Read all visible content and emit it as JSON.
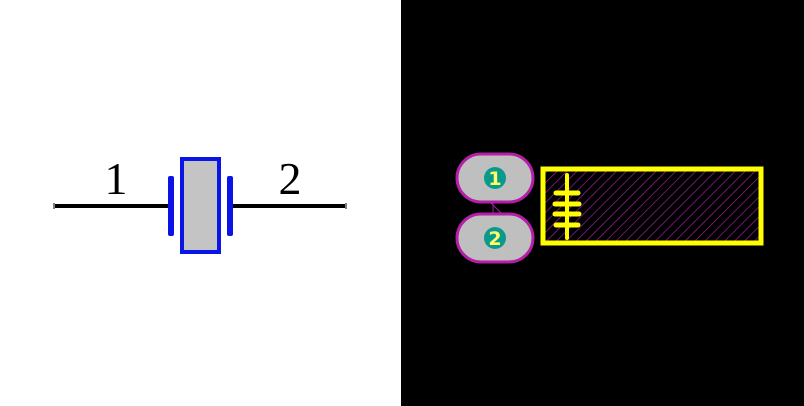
{
  "schematic": {
    "pin_left_label": "1",
    "pin_right_label": "2",
    "colors": {
      "background": "#ffffff",
      "lead": "#000000",
      "body_outline": "#0a14e6",
      "body_fill": "#c4c4c4"
    }
  },
  "footprint": {
    "pads": [
      {
        "label": "1"
      },
      {
        "label": "2"
      }
    ],
    "colors": {
      "background": "#000000",
      "pad_fill": "#bfbfbf",
      "pad_outline": "#b41ea8",
      "pad_number_circle": "#0a9a8c",
      "pad_number_text": "#ffff66",
      "silkscreen": "#ffff00",
      "courtyard_hatch": "#a020a0"
    },
    "icons": [
      "crystal-symbol-icon"
    ]
  }
}
